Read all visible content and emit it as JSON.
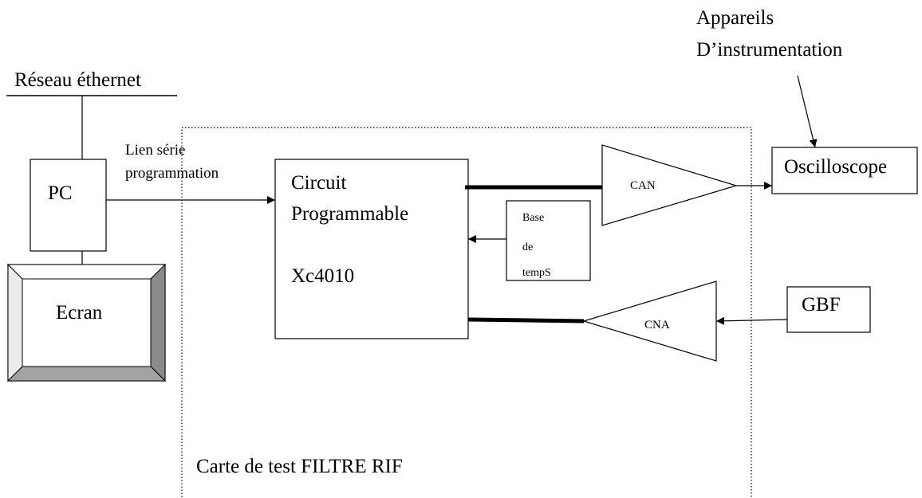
{
  "network": {
    "label": "Réseau éthernet"
  },
  "instruments": {
    "line1": "Appareils",
    "line2": "D’instrumentation"
  },
  "pc": {
    "label": "PC"
  },
  "screen": {
    "label": "Ecran"
  },
  "serial_link": {
    "line1": "Lien série",
    "line2": "programmation"
  },
  "circuit": {
    "line1": "Circuit",
    "line2": "Programmable",
    "line3": "Xc4010"
  },
  "timebase": {
    "line1": "Base",
    "line2": "de",
    "line3": "tempS"
  },
  "can": {
    "label": "CAN"
  },
  "cna": {
    "label": "CNA"
  },
  "oscilloscope": {
    "label": "Oscilloscope"
  },
  "gbf": {
    "label": "GBF"
  },
  "board": {
    "label": "Carte de test FILTRE RIF"
  }
}
